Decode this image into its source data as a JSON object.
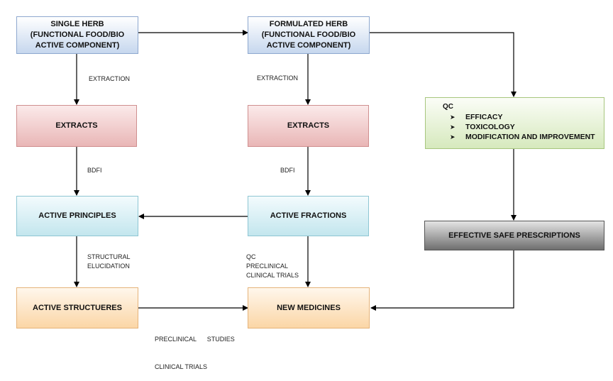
{
  "boxes": {
    "single_herb": [
      "SINGLE HERB",
      "(FUNCTIONAL FOOD/BIO",
      "ACTIVE COMPONENT)"
    ],
    "formulated_herb": [
      "FORMULATED HERB",
      "(FUNCTIONAL FOOD/BIO",
      "ACTIVE COMPONENT)"
    ],
    "extracts_left": "EXTRACTS",
    "extracts_mid": "EXTRACTS",
    "active_principles": "ACTIVE PRINCIPLES",
    "active_fractions": "ACTIVE FRACTIONS",
    "active_structures": "ACTIVE STRUCTUERES",
    "new_medicines": "NEW MEDICINES",
    "effective_safe": "EFFECTIVE SAFE PRESCRIPTIONS"
  },
  "qc": {
    "title": "QC",
    "items": [
      "EFFICACY",
      "TOXICOLOGY",
      "MODIFICATION AND IMPROVEMENT"
    ]
  },
  "labels": {
    "extraction_left": "EXTRACTION",
    "extraction_mid": "EXTRACTION",
    "bdfi_left": "BDFI",
    "bdfi_mid": "BDFI",
    "structural": [
      "STRUCTURAL",
      "ELUCIDATION"
    ],
    "qc_trials": [
      "QC",
      "PRECLINICAL",
      "CLINICAL TRIALS"
    ],
    "preclinical_studies": [
      "PRECLINICAL      STUDIES",
      "CLINICAL TRIALS"
    ]
  }
}
